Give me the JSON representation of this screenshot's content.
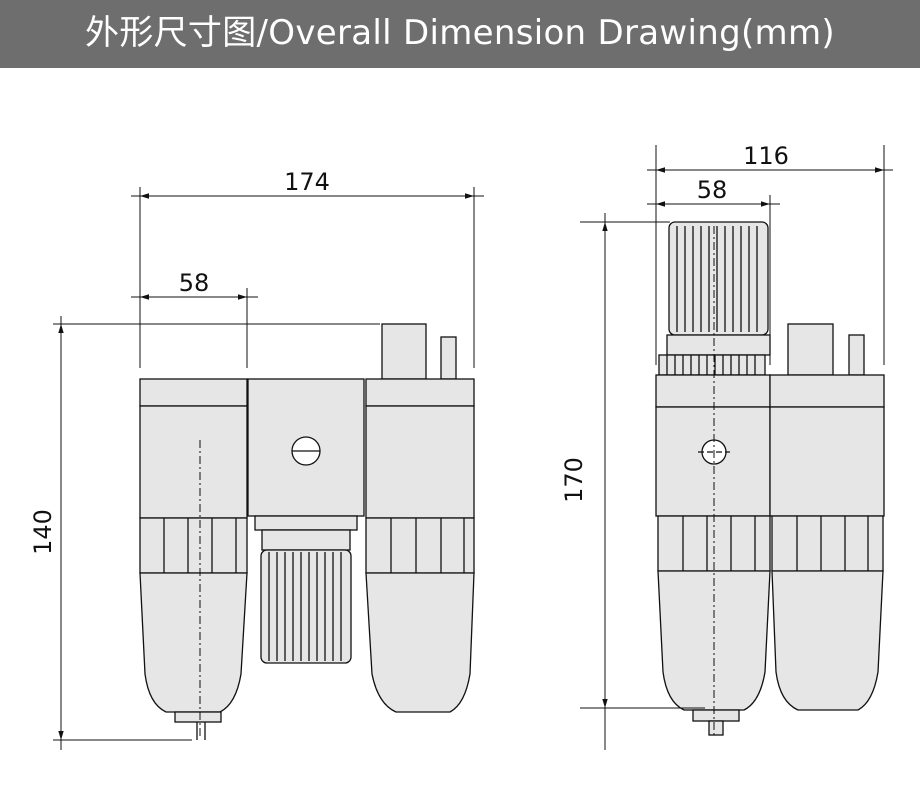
{
  "header": {
    "title": "外形尺寸图/Overall Dimension Drawing(mm)"
  },
  "front_view": {
    "width_total": "174",
    "width_unit": "58",
    "height_total": "140"
  },
  "side_view": {
    "width_total": "116",
    "width_unit": "58",
    "height_total": "170"
  },
  "colors": {
    "header_bg": "#6e6e6e",
    "body_fill": "#e6e6e6",
    "stroke": "#111111"
  }
}
